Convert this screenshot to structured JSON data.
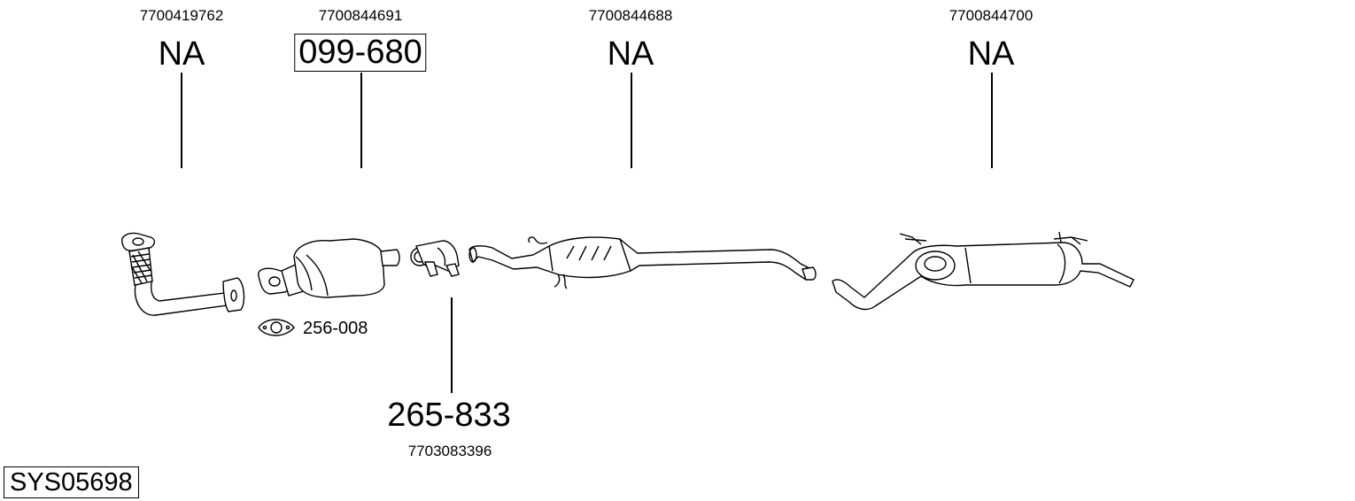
{
  "diagram": {
    "system_id": "SYS05698",
    "parts": [
      {
        "oe_number": "7700419762",
        "code": "NA",
        "boxed": false,
        "icon": "front-pipe"
      },
      {
        "oe_number": "7700844691",
        "code": "099-680",
        "boxed": true,
        "icon": "catalytic-converter"
      },
      {
        "oe_number": "7700844688",
        "code": "NA",
        "boxed": false,
        "icon": "centre-silencer"
      },
      {
        "oe_number": "7700844700",
        "code": "NA",
        "boxed": false,
        "icon": "rear-silencer"
      }
    ],
    "gasket": {
      "code": "256-008",
      "icon": "gasket"
    },
    "clamp": {
      "code": "265-833",
      "oe_number": "7703083396",
      "icon": "clamp"
    }
  }
}
